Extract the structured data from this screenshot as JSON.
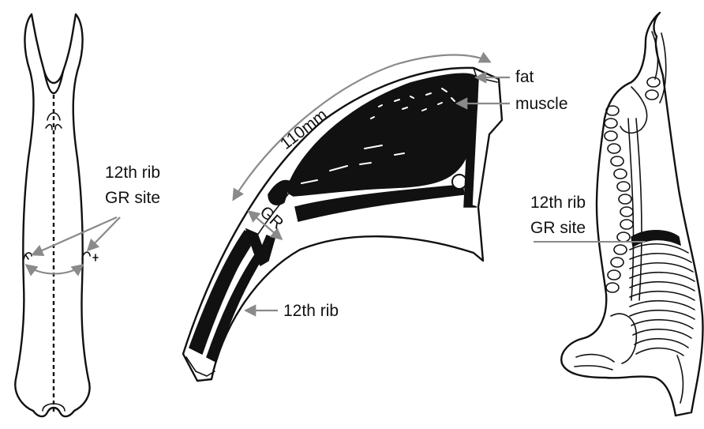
{
  "left_panel": {
    "label_line1": "12th rib",
    "label_line2": "GR site"
  },
  "center_panel": {
    "fat_label": "fat",
    "muscle_label": "muscle",
    "length_label": "110mm",
    "gr_label": "GR",
    "rib_label": "12th rib"
  },
  "right_panel": {
    "label_line1": "12th rib",
    "label_line2": "GR site"
  },
  "colors": {
    "ink": "#111111",
    "arrow_gray": "#8a8a8a",
    "background": "#ffffff"
  }
}
